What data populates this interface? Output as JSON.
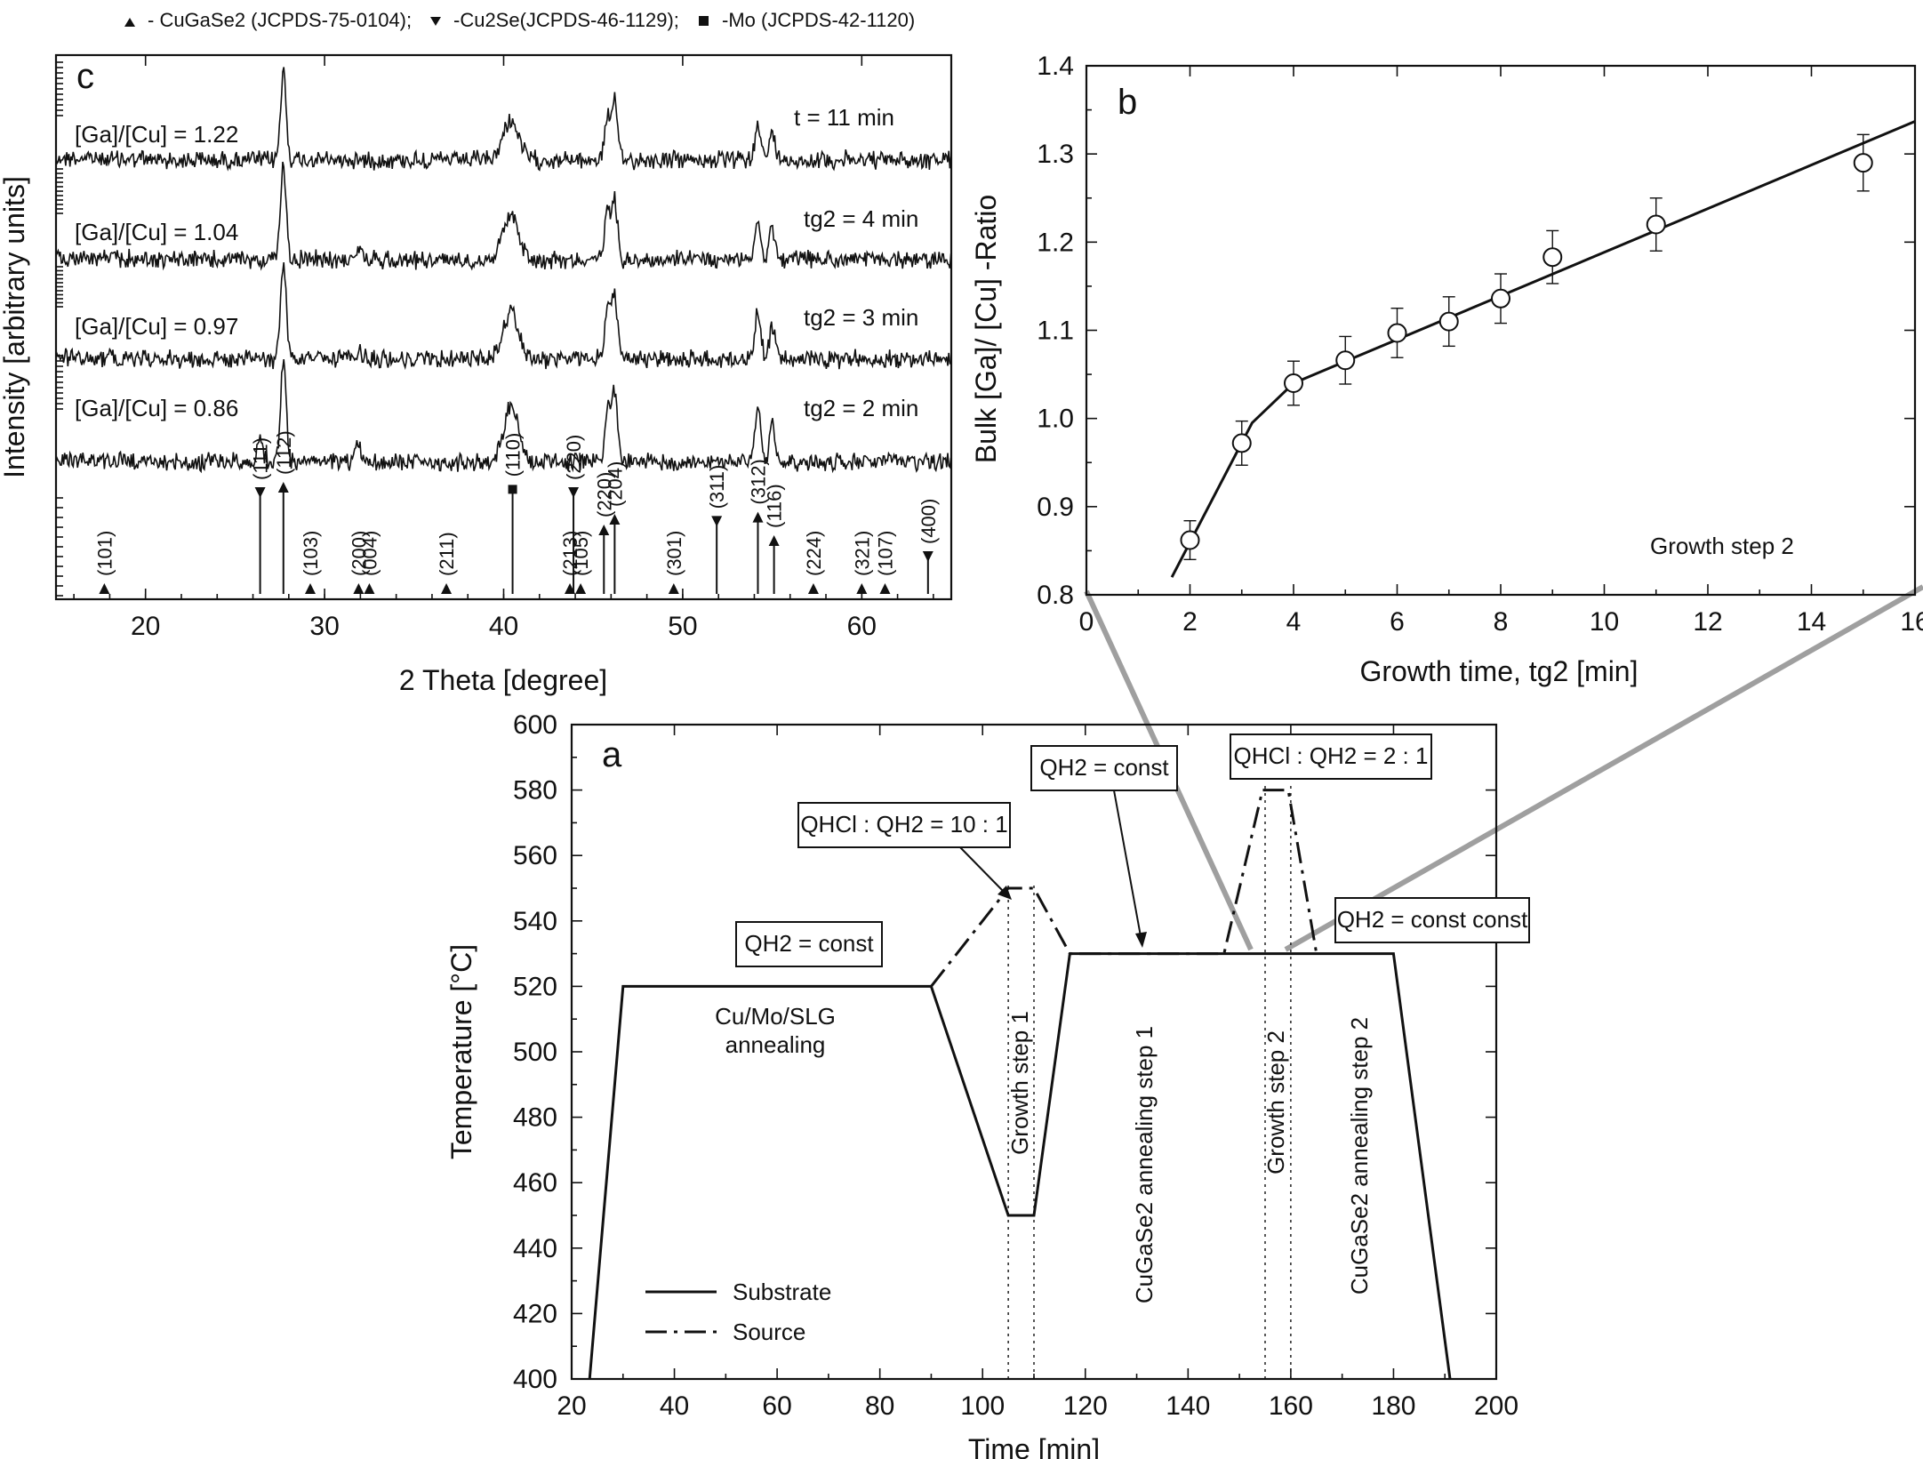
{
  "legend_top": [
    {
      "marker": "triangle-up",
      "text": "- CuGaSe2 (JCPDS-75-0104);"
    },
    {
      "marker": "triangle-down",
      "text": "-Cu2Se(JCPDS-46-1129);"
    },
    {
      "marker": "square",
      "text": "-Mo (JCPDS-42-1120)"
    }
  ],
  "chart_data": [
    {
      "panel": "c",
      "type": "line",
      "xlabel": "2 Theta [degree]",
      "ylabel": "Intensity [arbitrary units]",
      "xlim": [
        15,
        65
      ],
      "xticks": [
        20,
        30,
        40,
        50,
        60
      ],
      "series": [
        {
          "ratio": "[Ga]/[Cu] = 1.22",
          "time": "t = 11 min",
          "peaks": [
            [
              27.7,
              1.0
            ],
            [
              40.4,
              0.45
            ],
            [
              45.8,
              0.5
            ],
            [
              46.2,
              0.65
            ],
            [
              54.2,
              0.45
            ],
            [
              55.0,
              0.3
            ]
          ]
        },
        {
          "ratio": "[Ga]/[Cu] = 1.04",
          "time": "tg2 = 4 min",
          "peaks": [
            [
              27.7,
              1.0
            ],
            [
              31.9,
              0.12
            ],
            [
              40.4,
              0.5
            ],
            [
              45.8,
              0.55
            ],
            [
              46.2,
              0.65
            ],
            [
              54.2,
              0.45
            ],
            [
              55.0,
              0.35
            ]
          ]
        },
        {
          "ratio": "[Ga]/[Cu] = 0.97",
          "time": "tg2 = 3 min",
          "peaks": [
            [
              27.7,
              1.0
            ],
            [
              31.9,
              0.1
            ],
            [
              40.4,
              0.5
            ],
            [
              45.8,
              0.55
            ],
            [
              46.2,
              0.65
            ],
            [
              54.2,
              0.5
            ],
            [
              55.0,
              0.35
            ]
          ]
        },
        {
          "ratio": "[Ga]/[Cu] = 0.86",
          "time": "tg2 = 2 min",
          "peaks": [
            [
              26.4,
              0.25
            ],
            [
              27.7,
              1.0
            ],
            [
              31.9,
              0.15
            ],
            [
              40.4,
              0.55
            ],
            [
              45.8,
              0.55
            ],
            [
              46.2,
              0.7
            ],
            [
              54.2,
              0.55
            ],
            [
              55.0,
              0.4
            ]
          ]
        }
      ],
      "reference_lines": [
        {
          "x": 17.7,
          "marker": "up",
          "height": 0.0,
          "label": "(101)"
        },
        {
          "x": 26.4,
          "marker": "down",
          "height": 0.95,
          "label": "(111)"
        },
        {
          "x": 27.7,
          "marker": "up",
          "height": 1.0,
          "label": "(112)"
        },
        {
          "x": 29.2,
          "marker": "up",
          "height": 0.0,
          "label": "(103)"
        },
        {
          "x": 31.9,
          "marker": "up",
          "height": 0.0,
          "label": "(200)"
        },
        {
          "x": 32.5,
          "marker": "up",
          "height": 0.0,
          "label": "(004)"
        },
        {
          "x": 36.8,
          "marker": "up",
          "height": 0.0,
          "label": "(211)"
        },
        {
          "x": 40.5,
          "marker": "square",
          "height": 0.98,
          "label": "(110)"
        },
        {
          "x": 43.7,
          "marker": "up",
          "height": 0.0,
          "label": "(213)"
        },
        {
          "x": 43.9,
          "marker": "down",
          "height": 0.95,
          "label": "(220)"
        },
        {
          "x": 44.3,
          "marker": "up",
          "height": 0.0,
          "label": "(105)"
        },
        {
          "x": 45.6,
          "marker": "up",
          "height": 0.6,
          "label": "(220)"
        },
        {
          "x": 46.2,
          "marker": "up",
          "height": 0.7,
          "label": "(204)"
        },
        {
          "x": 49.5,
          "marker": "up",
          "height": 0.0,
          "label": "(301)"
        },
        {
          "x": 51.9,
          "marker": "down",
          "height": 0.68,
          "label": "(311)"
        },
        {
          "x": 54.2,
          "marker": "up",
          "height": 0.72,
          "label": "(312)"
        },
        {
          "x": 55.1,
          "marker": "up",
          "height": 0.5,
          "label": "(116)"
        },
        {
          "x": 57.3,
          "marker": "up",
          "height": 0.0,
          "label": "(224)"
        },
        {
          "x": 60.0,
          "marker": "up",
          "height": 0.0,
          "label": "(321)"
        },
        {
          "x": 61.3,
          "marker": "up",
          "height": 0.0,
          "label": "(107)"
        },
        {
          "x": 63.7,
          "marker": "down",
          "height": 0.35,
          "label": "(400)"
        }
      ]
    },
    {
      "panel": "b",
      "type": "scatter",
      "xlabel": "Growth time, tg2 [min]",
      "ylabel": "Bulk [Ga]/ [Cu] -Ratio",
      "xlim": [
        0,
        16
      ],
      "ylim": [
        0.8,
        1.4
      ],
      "xticks": [
        0,
        2,
        4,
        6,
        8,
        10,
        12,
        14,
        16
      ],
      "yticks": [
        "0.8",
        "0.9",
        "1.0",
        "1.1",
        "1.2",
        "1.3",
        "1.4"
      ],
      "points": [
        {
          "x": 2,
          "y": 0.862,
          "err": 0.022
        },
        {
          "x": 3,
          "y": 0.972,
          "err": 0.025
        },
        {
          "x": 4,
          "y": 1.04,
          "err": 0.025
        },
        {
          "x": 5,
          "y": 1.066,
          "err": 0.027
        },
        {
          "x": 6,
          "y": 1.097,
          "err": 0.028
        },
        {
          "x": 7,
          "y": 1.11,
          "err": 0.028
        },
        {
          "x": 8,
          "y": 1.136,
          "err": 0.028
        },
        {
          "x": 9,
          "y": 1.183,
          "err": 0.03
        },
        {
          "x": 11,
          "y": 1.22,
          "err": 0.03
        },
        {
          "x": 15,
          "y": 1.29,
          "err": 0.032
        }
      ],
      "fit_line": [
        [
          1.65,
          0.82
        ],
        [
          3.2,
          0.995
        ],
        [
          4.0,
          1.04
        ],
        [
          16.0,
          1.337
        ]
      ],
      "annotation": "Growth step 2"
    },
    {
      "panel": "a",
      "type": "line",
      "xlabel": "Time [min]",
      "ylabel": "Temperature [°C]",
      "xlim": [
        20,
        200
      ],
      "ylim": [
        400,
        600
      ],
      "xticks": [
        20,
        40,
        60,
        80,
        100,
        120,
        140,
        160,
        180,
        200
      ],
      "yticks": [
        400,
        420,
        440,
        460,
        480,
        500,
        520,
        540,
        560,
        580,
        600
      ],
      "series": [
        {
          "name": "Substrate",
          "style": "solid",
          "points": [
            [
              23.5,
              400
            ],
            [
              30,
              520
            ],
            [
              90,
              520
            ],
            [
              105,
              450
            ],
            [
              110,
              450
            ],
            [
              117,
              530
            ],
            [
              180,
              530
            ],
            [
              191,
              400
            ]
          ]
        },
        {
          "name": "Source",
          "style": "dashdot",
          "points": [
            [
              90,
              520
            ],
            [
              105,
              550
            ],
            [
              110,
              550
            ],
            [
              117,
              530
            ],
            [
              147,
              530
            ],
            [
              154.5,
              580
            ],
            [
              159.5,
              580
            ],
            [
              165,
              530
            ]
          ]
        }
      ],
      "vlines": [
        105,
        110,
        155,
        160
      ],
      "texts": {
        "anneal1": "Cu/Mo/SLG",
        "anneal2": "annealing",
        "growth1": "Growth step 1",
        "cga1": "CuGaSe2 annealing step 1",
        "growth2": "Growth step 2",
        "cga2": "CuGaSe2 annealing step 2"
      },
      "boxes": {
        "qh2_1": "QH2 = const",
        "qhcl_10": "QHCl : QH2 = 10 : 1",
        "qh2_2": "QH2 = const",
        "qhcl_2": "QHCl : QH2 = 2 : 1",
        "qh2_3": "QH2 = const const"
      },
      "legend": [
        "Substrate",
        "Source"
      ]
    }
  ],
  "panel_letters": {
    "a": "a",
    "b": "b",
    "c": "c"
  }
}
